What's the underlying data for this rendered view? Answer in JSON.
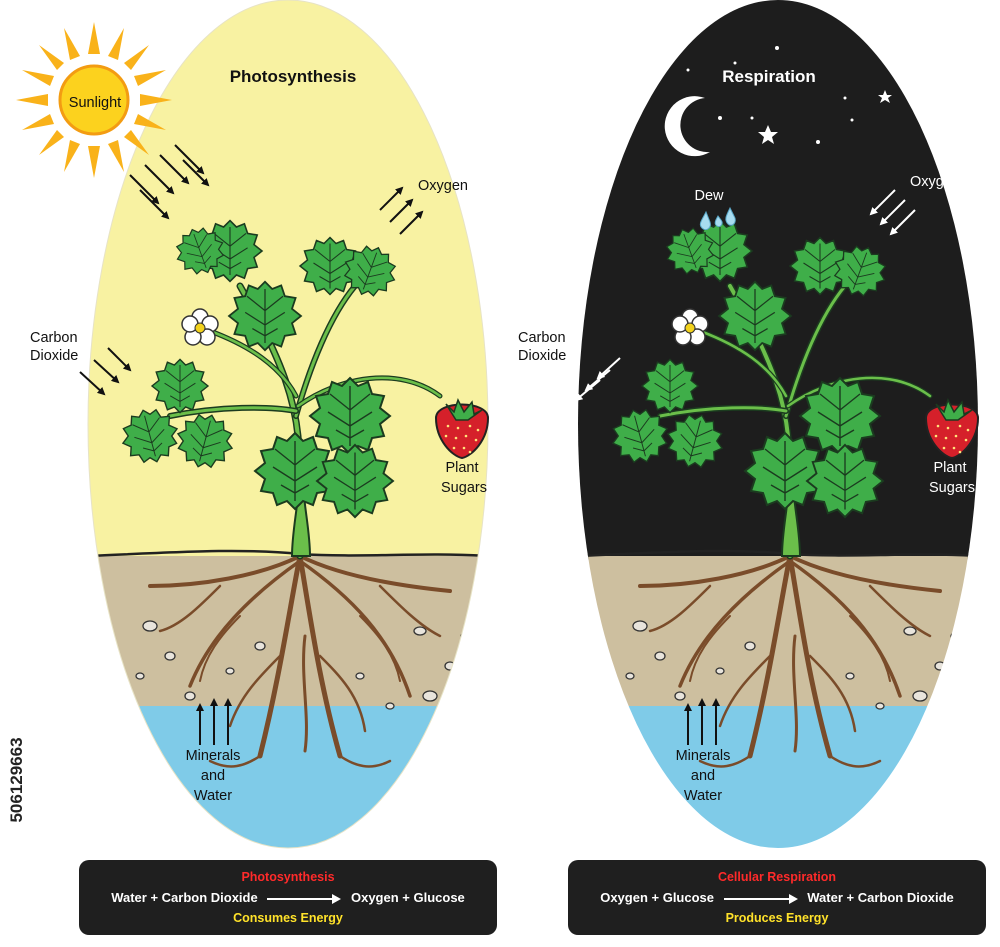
{
  "watermark_id": "506129663",
  "colors": {
    "day_sky": "#f8f2a2",
    "night_sky": "#1d1d1d",
    "soil": "#cdbf9f",
    "water": "#7fcbe8",
    "leaf": "#3fae49",
    "sun": "#f9b21a",
    "berry": "#d5202a",
    "eq_title": "#ff2a2a",
    "eq_energy": "#ffe22a"
  },
  "photosynthesis": {
    "title": "Photosynthesis",
    "labels": {
      "sunlight": "Sunlight",
      "oxygen": "Oxygen",
      "carbon_line1": "Carbon",
      "carbon_line2": "Dioxide",
      "sugars_line1": "Plant",
      "sugars_line2": "Sugars",
      "minerals_line1": "Minerals",
      "minerals_line2": "and",
      "minerals_line3": "Water"
    },
    "equation": {
      "title": "Photosynthesis",
      "left": "Water + Carbon Dioxide",
      "right": "Oxygen + Glucose",
      "energy": "Consumes Energy"
    }
  },
  "respiration": {
    "title": "Respiration",
    "labels": {
      "dew": "Dew",
      "oxygen": "Oxygen",
      "carbon_line1": "Carbon",
      "carbon_line2": "Dioxide",
      "sugars_line1": "Plant",
      "sugars_line2": "Sugars",
      "minerals_line1": "Minerals",
      "minerals_line2": "and",
      "minerals_line3": "Water"
    },
    "equation": {
      "title": "Cellular Respiration",
      "left": "Oxygen + Glucose",
      "right": "Water + Carbon Dioxide",
      "energy": "Produces Energy"
    }
  }
}
